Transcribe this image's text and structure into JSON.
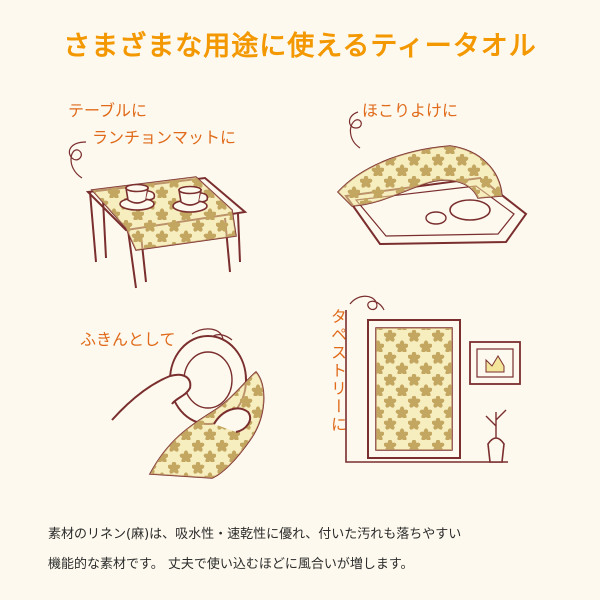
{
  "title": "さまざまな用途に使えるティータオル",
  "colors": {
    "title": "#f39800",
    "label": "#e06a1a",
    "ink": "#7a2e2e",
    "cloth": "#f3e59a",
    "flower": "#8a5a1a",
    "background": "#fdf9ee"
  },
  "uses": {
    "table": {
      "line1": "テーブルに",
      "line2": "ランチョンマットに"
    },
    "dust": {
      "label": "ほこりよけに"
    },
    "dishcloth": {
      "label": "ふきんとして"
    },
    "tapestry": {
      "label": "タペストリーに"
    }
  },
  "description": {
    "line1": "素材のリネン(麻)は、吸水性・速乾性に優れ、付いた汚れも落ちやすい",
    "line2": "機能的な素材です。  丈夫で使い込むほどに風合いが増します。"
  }
}
